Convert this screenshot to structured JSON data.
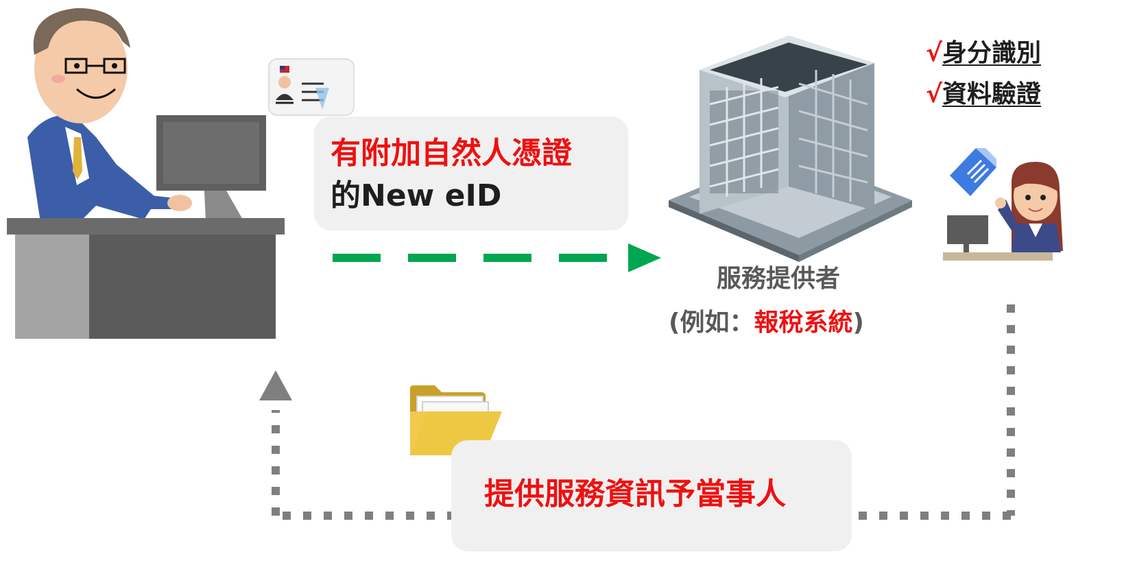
{
  "sender_label": {
    "line1": "有附加自然人憑證",
    "line2": "的New eID"
  },
  "provider_label": {
    "line1": "服務提供者",
    "line2_open": "(例如：",
    "line2_highlight": "報稅系統",
    "line2_close": ")"
  },
  "checks": [
    {
      "mark": "√",
      "text": "身分識別"
    },
    {
      "mark": "√",
      "text": "資料驗證"
    }
  ],
  "return_label": "提供服務資訊予當事人",
  "colors": {
    "highlight": "#ee1111",
    "send_arrow": "#00a651",
    "return_arrow": "#7f7f7f",
    "label_bg": "#f0f0f0"
  },
  "icons": [
    "man-at-computer-illustration",
    "id-card-icon",
    "office-building-icon",
    "woman-at-computer-illustration",
    "document-icon",
    "folder-icon"
  ]
}
